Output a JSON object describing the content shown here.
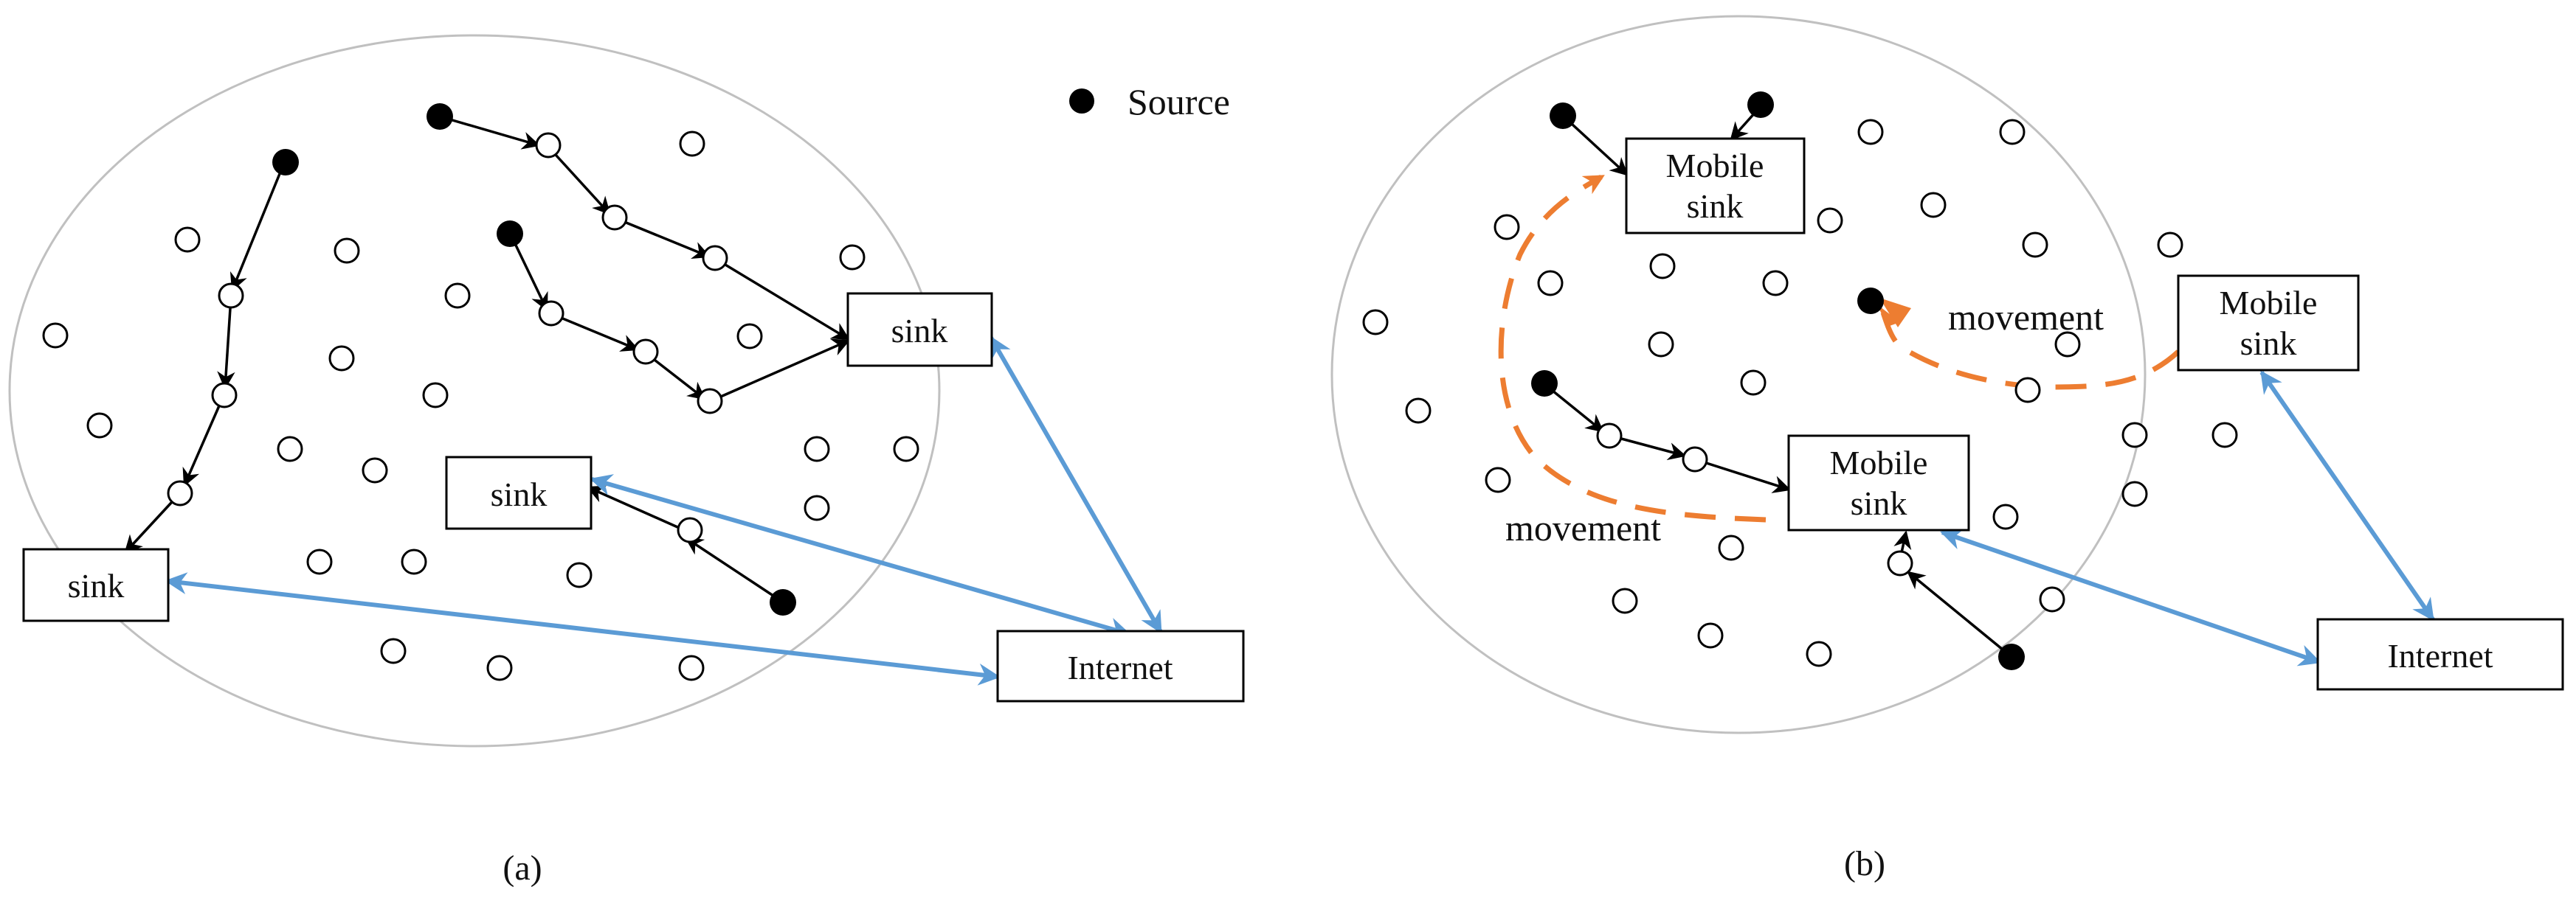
{
  "legend": {
    "source_label": "Source"
  },
  "panel_a": {
    "caption": "(a)",
    "sink_left": "sink",
    "sink_mid": "sink",
    "sink_right": "sink",
    "internet": "Internet"
  },
  "panel_b": {
    "caption": "(b)",
    "mobile_sink_top": [
      "Mobile",
      "sink"
    ],
    "mobile_sink_center": [
      "Mobile",
      "sink"
    ],
    "mobile_sink_right": [
      "Mobile",
      "sink"
    ],
    "movement_right": "movement",
    "movement_left": "movement",
    "internet": "Internet"
  },
  "colors": {
    "node_stroke": "#000000",
    "source_fill": "#000000",
    "region_stroke": "#c0c0c0",
    "link_blue": "#5b9bd5",
    "movement_orange": "#ed7d31"
  },
  "icons": {
    "source_node": "filled-circle",
    "sensor_node": "hollow-circle"
  }
}
